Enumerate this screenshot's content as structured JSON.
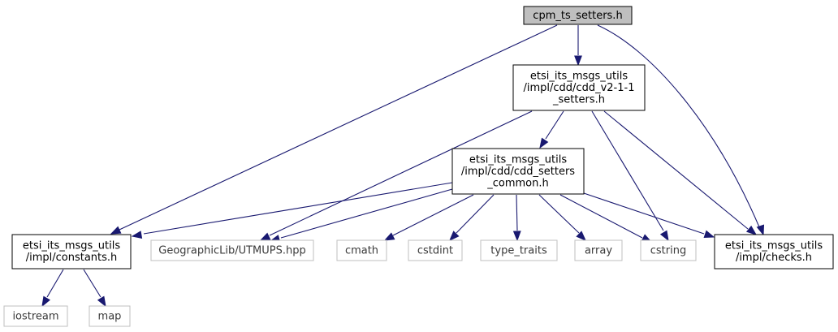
{
  "diagram": {
    "type": "include-dependency-graph",
    "colors": {
      "edge": "#191970",
      "root_fill": "#bfbfbf",
      "node_border": "#000000",
      "system_border": "#bfbfbf",
      "background": "#ffffff"
    },
    "nodes": [
      {
        "id": "root",
        "lines": [
          "cpm_ts_setters.h"
        ],
        "kind": "root"
      },
      {
        "id": "cdd_v2",
        "lines": [
          "etsi_its_msgs_utils",
          "/impl/cdd/cdd_v2-1-1",
          "_setters.h"
        ],
        "kind": "local"
      },
      {
        "id": "cdd_common",
        "lines": [
          "etsi_its_msgs_utils",
          "/impl/cdd/cdd_setters",
          "_common.h"
        ],
        "kind": "local"
      },
      {
        "id": "constants",
        "lines": [
          "etsi_its_msgs_utils",
          "/impl/constants.h"
        ],
        "kind": "local"
      },
      {
        "id": "utmups",
        "lines": [
          "GeographicLib/UTMUPS.hpp"
        ],
        "kind": "system"
      },
      {
        "id": "cmath",
        "lines": [
          "cmath"
        ],
        "kind": "system"
      },
      {
        "id": "cstdint",
        "lines": [
          "cstdint"
        ],
        "kind": "system"
      },
      {
        "id": "type_traits",
        "lines": [
          "type_traits"
        ],
        "kind": "system"
      },
      {
        "id": "array",
        "lines": [
          "array"
        ],
        "kind": "system"
      },
      {
        "id": "cstring",
        "lines": [
          "cstring"
        ],
        "kind": "system"
      },
      {
        "id": "checks",
        "lines": [
          "etsi_its_msgs_utils",
          "/impl/checks.h"
        ],
        "kind": "local"
      },
      {
        "id": "iostream",
        "lines": [
          "iostream"
        ],
        "kind": "system"
      },
      {
        "id": "map",
        "lines": [
          "map"
        ],
        "kind": "system"
      }
    ],
    "edges": [
      {
        "from": "root",
        "to": "cdd_v2"
      },
      {
        "from": "root",
        "to": "constants"
      },
      {
        "from": "root",
        "to": "checks"
      },
      {
        "from": "cdd_v2",
        "to": "cdd_common"
      },
      {
        "from": "cdd_v2",
        "to": "utmups"
      },
      {
        "from": "cdd_v2",
        "to": "cstring"
      },
      {
        "from": "cdd_v2",
        "to": "checks"
      },
      {
        "from": "cdd_common",
        "to": "constants"
      },
      {
        "from": "cdd_common",
        "to": "utmups"
      },
      {
        "from": "cdd_common",
        "to": "cmath"
      },
      {
        "from": "cdd_common",
        "to": "cstdint"
      },
      {
        "from": "cdd_common",
        "to": "type_traits"
      },
      {
        "from": "cdd_common",
        "to": "array"
      },
      {
        "from": "cdd_common",
        "to": "cstring"
      },
      {
        "from": "cdd_common",
        "to": "checks"
      },
      {
        "from": "constants",
        "to": "iostream"
      },
      {
        "from": "constants",
        "to": "map"
      }
    ]
  }
}
